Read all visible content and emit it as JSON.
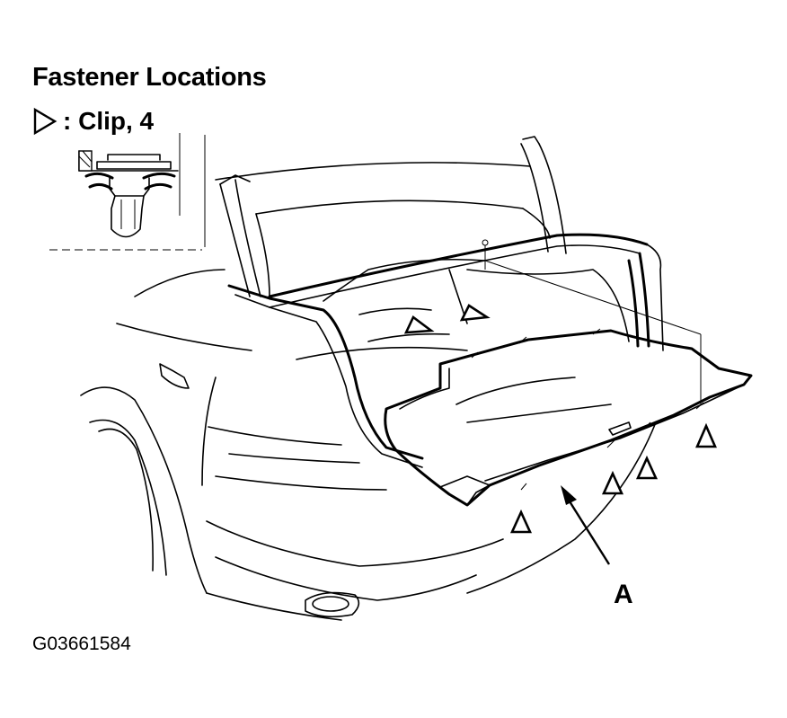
{
  "title": "Fastener Locations",
  "legend": {
    "symbol_icon": "triangle-outline-icon",
    "text": ": Clip, 4"
  },
  "callout_label": "A",
  "figure_code": "G03661584"
}
